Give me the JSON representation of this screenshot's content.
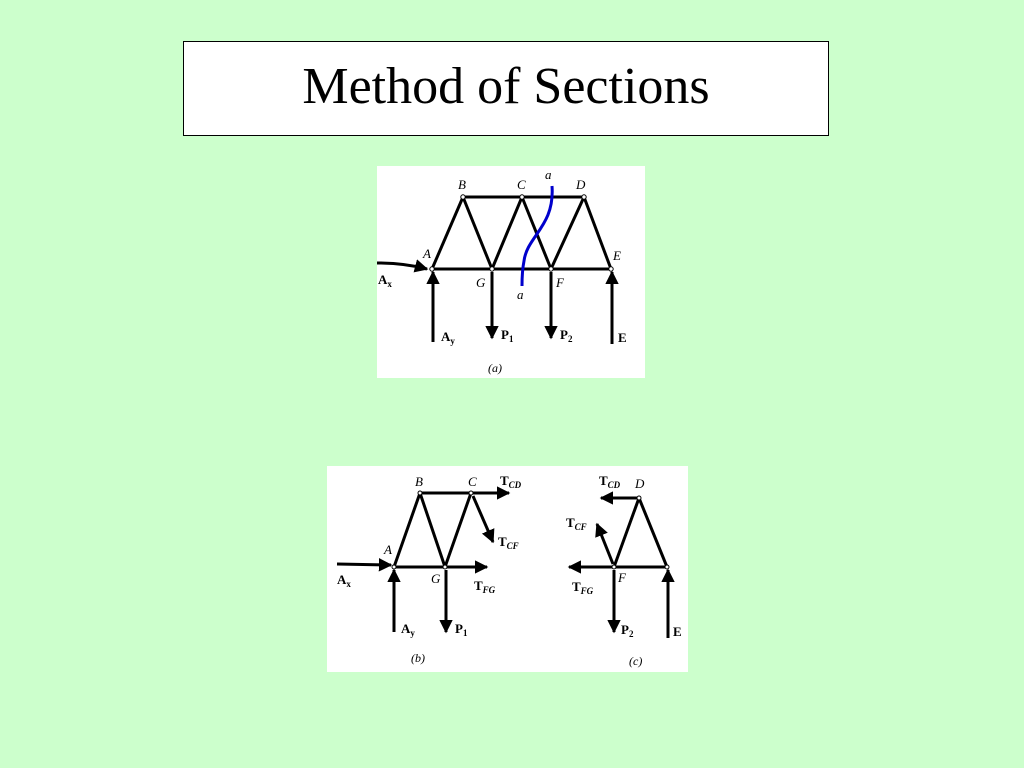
{
  "slide": {
    "title": "Method of Sections",
    "background": "#ccffcc"
  },
  "figure_a": {
    "nodes": [
      "A",
      "B",
      "C",
      "D",
      "E",
      "F",
      "G"
    ],
    "section_label_top": "a",
    "section_label_bottom": "a",
    "section_color": "#0000cc",
    "loads": {
      "ax_main": "A",
      "ax_sub": "x",
      "ay_main": "A",
      "ay_sub": "y",
      "p1_main": "P",
      "p1_sub": "1",
      "p2_main": "P",
      "p2_sub": "2",
      "e": "E"
    },
    "caption": "(a)"
  },
  "figure_b": {
    "nodes": [
      "A",
      "B",
      "C",
      "G"
    ],
    "forces": {
      "tcd_main": "T",
      "tcd_sub": "CD",
      "tcf_main": "T",
      "tcf_sub": "CF",
      "tfg_main": "T",
      "tfg_sub": "FG",
      "ax_main": "A",
      "ax_sub": "x",
      "ay_main": "A",
      "ay_sub": "y",
      "p1_main": "P",
      "p1_sub": "1"
    },
    "caption": "(b)"
  },
  "figure_c": {
    "nodes": [
      "D",
      "F"
    ],
    "forces": {
      "tcd_main": "T",
      "tcd_sub": "CD",
      "tcf_main": "T",
      "tcf_sub": "CF",
      "tfg_main": "T",
      "tfg_sub": "FG",
      "p2_main": "P",
      "p2_sub": "2",
      "e": "E"
    },
    "caption": "(c)"
  }
}
